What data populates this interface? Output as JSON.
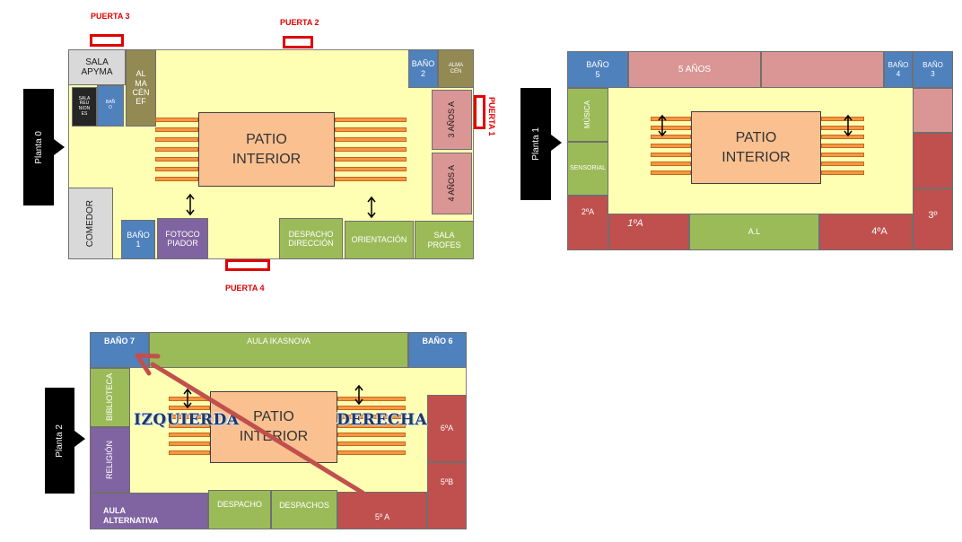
{
  "floor0": {
    "tag": "Planta 0",
    "doors": {
      "d1": "PUERTA 1",
      "d2": "PUERTA 2",
      "d3": "PUERTA 3",
      "d4": "PUERTA 4"
    },
    "rooms": {
      "sala_apyma": "SALA\nAPYMA",
      "almacen_ef": "AL\nMA\nCÉN\nEF",
      "sala_reuniones": "SALA\nREU\nNION\nES",
      "bano_small": "BAÑ\nO",
      "bano2": "BAÑO\n2",
      "almacen": "ALMA\nCÉN",
      "tres_anos": "3 AÑOS A",
      "cuatro_anos": "4 AÑOS A",
      "comedor": "COMEDOR",
      "bano1": "BAÑO\n1",
      "fotocopiador": "FOTOCO\nPIADOR",
      "despacho_direccion": "DESPACHO\nDIRECCIÓN",
      "orientacion": "ORIENTACIÓN",
      "sala_profes": "SALA\nPROFES"
    },
    "patio": "PATIO\nINTERIOR"
  },
  "floor1": {
    "tag": "Planta 1",
    "rooms": {
      "bano5": "BAÑO\n5",
      "cinco_anos": "5 AÑOS",
      "bano4": "BAÑO\n4",
      "bano3": "BAÑO\n3",
      "musica": "MÚSICA",
      "sensorial": "SENSORIAL",
      "segundo_a": "2ºA",
      "primero_a": "1ºA",
      "al": "A.L",
      "cuarto_a": "4ºA",
      "tercero": "3º"
    },
    "patio": "PATIO\nINTERIOR"
  },
  "floor2": {
    "tag": "Planta 2",
    "rooms": {
      "bano7": "BAÑO 7",
      "aula_ikasnova": "AULA IKASNOVA",
      "bano6": "BAÑO 6",
      "biblioteca": "BIBLIOTECA",
      "religion": "RELIGIÓN",
      "aula_alternativa": "AULA\nALTERNATIVA",
      "despacho": "DESPACHO",
      "despachos": "DESPACHOS",
      "quinto_a": "5º A",
      "sexto_a": "6ºA",
      "quinto_b": "5ºB"
    },
    "patio": "PATIO\nINTERIOR",
    "left_word": "IZQUIERDA",
    "right_word": "DERECHA"
  },
  "colors": {
    "corridor": "#ffffb3",
    "blue": "#4f81bd",
    "olive": "#938953",
    "green": "#9bbb59",
    "red": "#c0504d",
    "pink": "#d99694",
    "purple": "#8064a2",
    "patio": "#fac090",
    "door": "#e00000",
    "path_arrow": "#c0504d"
  }
}
